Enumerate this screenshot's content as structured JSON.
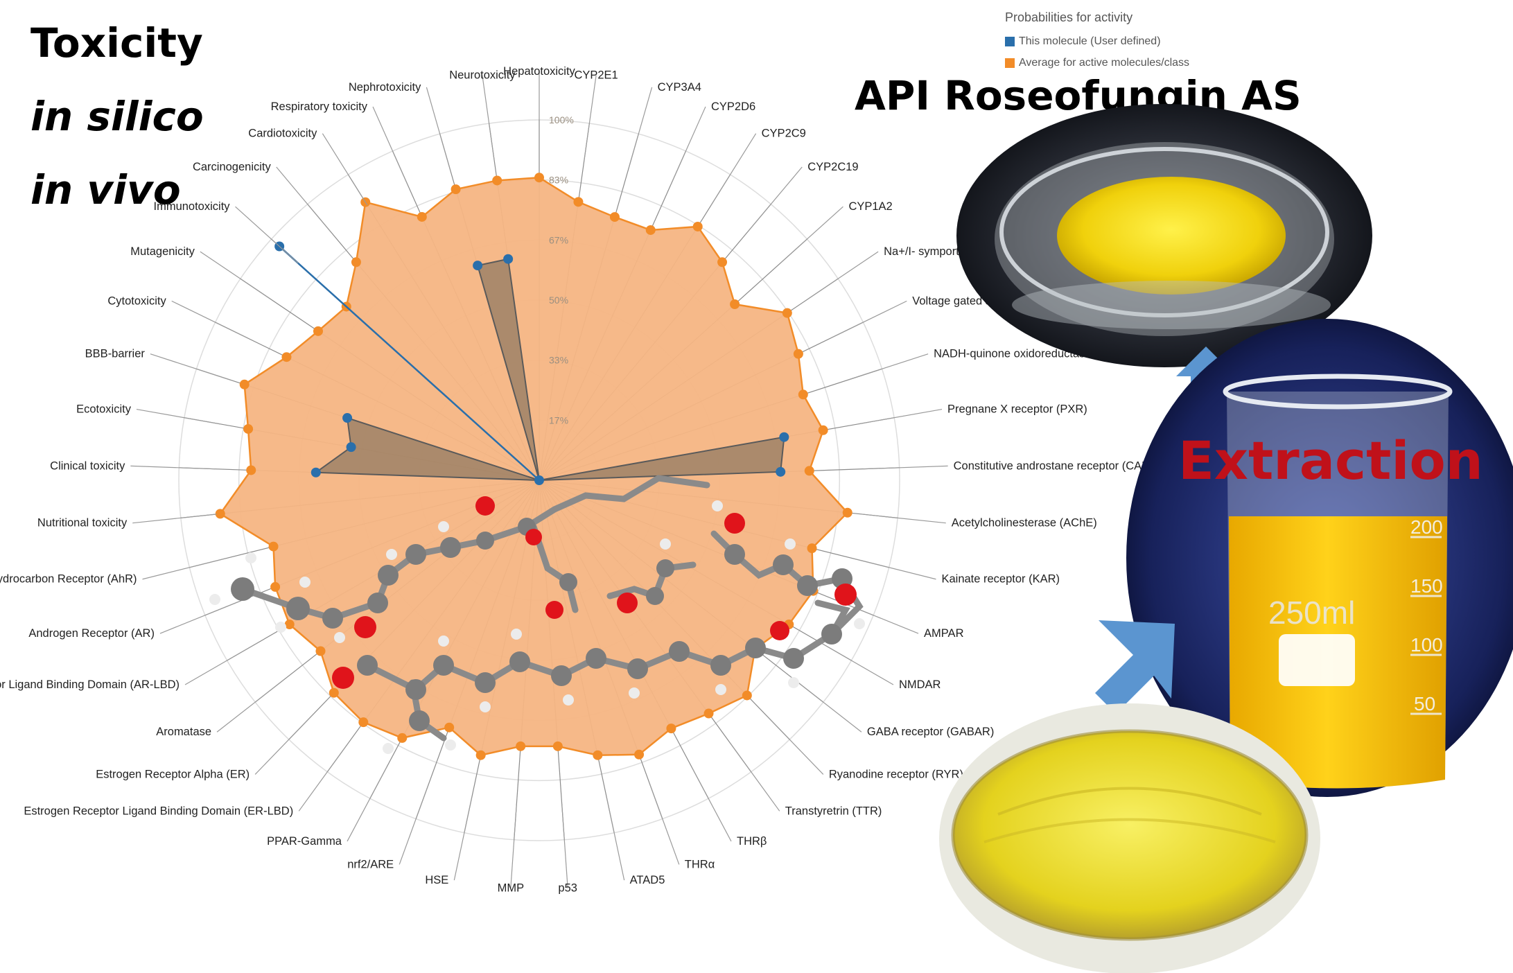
{
  "titles": {
    "toxicity": "Toxicity",
    "in_silico": "in silico",
    "in_vivo": "in vivo",
    "api": "API Roseofungin AS",
    "extraction": "Extraction"
  },
  "legend": {
    "title": "Probabilities for activity",
    "items": [
      {
        "label": "This molecule (User defined)",
        "color": "#2a6fab"
      },
      {
        "label": "Average for active molecules/class",
        "color": "#f28c28"
      }
    ]
  },
  "beaker_marks": {
    "volume": "250ml",
    "ticks": [
      "200",
      "150",
      "100",
      "50"
    ]
  },
  "chart_data": {
    "type": "radar",
    "radial_ticks": [
      "17%",
      "33%",
      "50%",
      "67%",
      "83%",
      "100%"
    ],
    "categories": [
      "Hepatotoxicity",
      "CYP2E1",
      "CYP3A4",
      "CYP2D6",
      "CYP2C9",
      "CYP2C19",
      "CYP1A2",
      "Na+/I- symporter (NIS)",
      "Voltage gated sodium channel (VGSC)",
      "NADH-quinone oxidoreductase (NADHOX)",
      "Pregnane X receptor (PXR)",
      "Constitutive androstane receptor (CAR)",
      "Acetylcholinesterase (AChE)",
      "Kainate receptor (KAR)",
      "AMPAR",
      "NMDAR",
      "GABA receptor (GABAR)",
      "Ryanodine receptor (RYR)",
      "Transtyretrin (TTR)",
      "THRβ",
      "THRα",
      "ATAD5",
      "p53",
      "MMP",
      "HSE",
      "nrf2/ARE",
      "PPAR-Gamma",
      "Estrogen Receptor Ligand Binding Domain (ER-LBD)",
      "Estrogen Receptor Alpha (ER)",
      "Aromatase",
      "Androgen Receptor Ligand Binding Domain (AR-LBD)",
      "Androgen Receptor (AR)",
      "Aryl hydrocarbon Receptor (AhR)",
      "Nutritional toxicity",
      "Clinical toxicity",
      "Ecotoxicity",
      "BBB-barrier",
      "Cytotoxicity",
      "Mutagenicity",
      "Immunotoxicity",
      "Carcinogenicity",
      "Cardiotoxicity",
      "Respiratory toxicity",
      "Nephrotoxicity",
      "Neurotoxicity"
    ],
    "series": [
      {
        "name": "This molecule (User defined)",
        "color": "#2a6fab",
        "values": [
          0,
          0,
          0,
          0,
          0,
          0,
          0,
          0,
          0,
          0,
          0.69,
          0.67,
          0,
          0,
          0,
          0,
          0,
          0,
          0,
          0,
          0,
          0,
          0,
          0,
          0,
          0,
          0,
          0,
          0,
          0,
          0,
          0,
          0,
          0,
          0.62,
          0.53,
          0.56,
          0,
          0,
          0.97,
          0,
          0,
          0,
          0.62,
          0.62
        ]
      },
      {
        "name": "Average for active molecules/class",
        "color": "#f28c28",
        "values": [
          0.84,
          0.78,
          0.76,
          0.76,
          0.83,
          0.79,
          0.73,
          0.83,
          0.8,
          0.77,
          0.8,
          0.75,
          0.86,
          0.78,
          0.82,
          0.8,
          0.76,
          0.83,
          0.8,
          0.78,
          0.81,
          0.78,
          0.74,
          0.74,
          0.78,
          0.73,
          0.81,
          0.83,
          0.82,
          0.77,
          0.8,
          0.79,
          0.76,
          0.89,
          0.8,
          0.82,
          0.86,
          0.78,
          0.74,
          0.72,
          0.79,
          0.91,
          0.8,
          0.84,
          0.84
        ]
      }
    ],
    "rlim": [
      0,
      1
    ]
  }
}
